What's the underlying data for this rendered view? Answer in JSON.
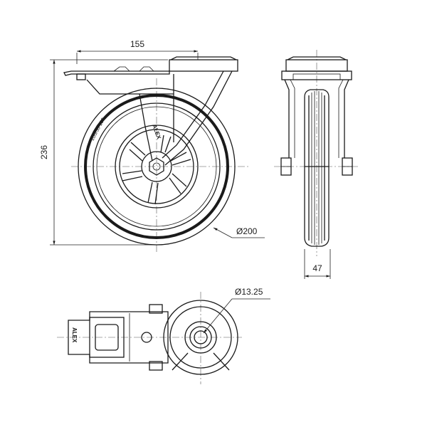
{
  "dimensions": {
    "width_overall": "155",
    "height_overall": "236",
    "wheel_diameter": "Ø200",
    "wheel_width": "47",
    "bore_diameter": "Ø13.25"
  },
  "markings": {
    "tire_marking": "200/50 100",
    "brand_side": "ALEX",
    "brand_top": "ALEX"
  },
  "colors": {
    "line": "#1a1a1a",
    "background": "#ffffff"
  }
}
